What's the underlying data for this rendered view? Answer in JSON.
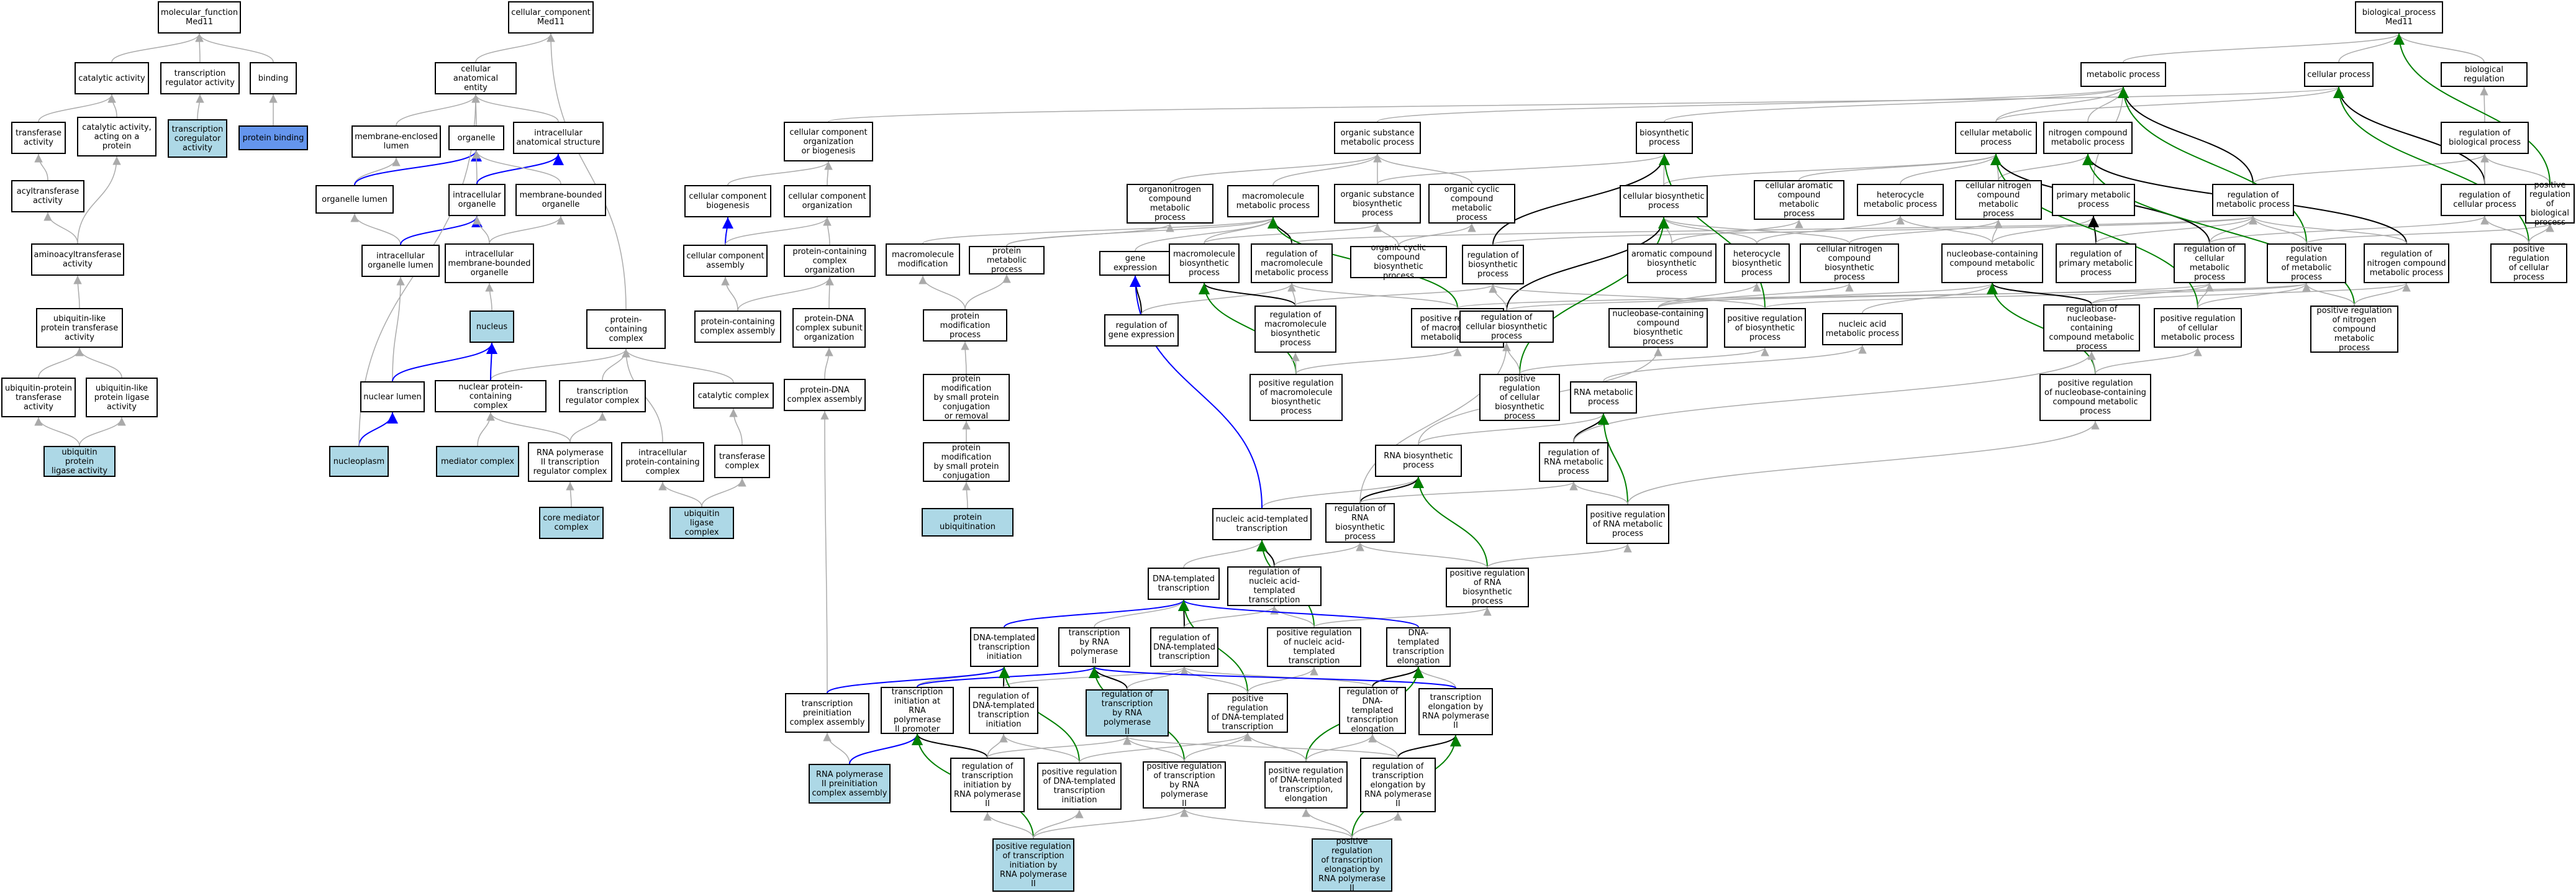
{
  "colors": {
    "is_a": "#aaaaaa",
    "part_of": "#0000ff",
    "regulates": "#000000",
    "positively_regulates": "#008000",
    "highlight": "#add8e6",
    "highlight_strong": "#6495ed"
  },
  "nodes": {
    "mf_root": "molecular_function\nMed11",
    "catalytic": "catalytic activity",
    "treg": "transcription\nregulator activity",
    "binding": "binding",
    "transferase": "transferase\nactivity",
    "cat_protein": "catalytic activity,\nacting on a\nprotein",
    "coreg": "transcription\ncoregulator\nactivity",
    "protein_binding": "protein binding",
    "acyltransferase": "acyltransferase\nactivity",
    "aminoacyl": "aminoacyltransferase\nactivity",
    "ubl_transferase": "ubiquitin-like\nprotein transferase\nactivity",
    "ub_transferase": "ubiquitin-protein\ntransferase\nactivity",
    "ubl_ligase": "ubiquitin-like\nprotein ligase\nactivity",
    "ub_ligase": "ubiquitin protein\nligase activity",
    "cc_root": "cellular_component\nMed11",
    "cae": "cellular anatomical\nentity",
    "mem_lumen": "membrane-enclosed\nlumen",
    "organelle": "organelle",
    "intracellular_structure": "intracellular\nanatomical structure",
    "org_lumen": "organelle lumen",
    "intra_org": "intracellular\norganelle",
    "mem_bound": "membrane-bounded\norganelle",
    "intra_org_lumen": "intracellular\norganelle lumen",
    "intra_mem_bound": "intracellular\nmembrane-bounded\norganelle",
    "nucleus": "nucleus",
    "nuclear_lumen": "nuclear lumen",
    "nucleoplasm": "nucleoplasm",
    "protein_complex": "protein-containing\ncomplex",
    "nuclear_complex": "nuclear protein-containing\ncomplex",
    "treg_complex": "transcription\nregulator complex",
    "catalytic_complex": "catalytic complex",
    "mediator": "mediator complex",
    "rnapii_reg_complex": "RNA polymerase\nII transcription\nregulator complex",
    "intra_complex": "intracellular\nprotein-containing\ncomplex",
    "transferase_complex": "transferase\ncomplex",
    "core_mediator": "core mediator\ncomplex",
    "ub_ligase_complex": "ubiquitin ligase\ncomplex",
    "bp_root": "biological_process\nMed11",
    "metabolic": "metabolic process",
    "cellular_process": "cellular process",
    "bio_reg": "biological regulation",
    "ccob": "cellular component\norganization\nor biogenesis",
    "org_sub_met": "organic substance\nmetabolic process",
    "biosynthetic": "biosynthetic\nprocess",
    "cell_met": "cellular metabolic\nprocess",
    "n_met": "nitrogen compound\nmetabolic process",
    "reg_bio": "regulation of\nbiological process",
    "ccb": "cellular component\nbiogenesis",
    "cco": "cellular component\norganization",
    "organo_n": "organonitrogen\ncompound metabolic\nprocess",
    "macro_met": "macromolecule\nmetabolic process",
    "org_sub_bio": "organic substance\nbiosynthetic\nprocess",
    "org_cyc_met": "organic cyclic\ncompound metabolic\nprocess",
    "cell_bio": "cellular biosynthetic\nprocess",
    "cell_arom": "cellular aromatic\ncompound metabolic\nprocess",
    "hetero_met": "heterocycle\nmetabolic process",
    "cell_n_met": "cellular nitrogen\ncompound metabolic\nprocess",
    "primary_met": "primary metabolic\nprocess",
    "reg_met": "regulation of\nmetabolic process",
    "reg_cell_proc": "regulation of\ncellular process",
    "pos_reg_bio": "positive regulation\nof biological\nprocess",
    "cc_assembly": "cellular component\nassembly",
    "pc_org": "protein-containing\ncomplex organization",
    "macro_mod": "macromolecule\nmodification",
    "prot_met": "protein metabolic\nprocess",
    "gene_expr": "gene expression",
    "macro_bio": "macromolecule\nbiosynthetic\nprocess",
    "reg_macro_met": "regulation of\nmacromolecule\nmetabolic process",
    "org_cyc_bio": "organic cyclic\ncompound biosynthetic\nprocess",
    "reg_bio_proc": "regulation of\nbiosynthetic\nprocess",
    "arom_bio": "aromatic compound\nbiosynthetic\nprocess",
    "hetero_bio": "heterocycle\nbiosynthetic\nprocess",
    "cell_n_bio": "cellular nitrogen\ncompound biosynthetic\nprocess",
    "nucleobase_met": "nucleobase-containing\ncompound metabolic\nprocess",
    "reg_primary": "regulation of\nprimary metabolic\nprocess",
    "reg_cell_met": "regulation of\ncellular metabolic\nprocess",
    "pos_reg_met": "positive regulation\nof metabolic\nprocess",
    "reg_n_met": "regulation of\nnitrogen compound\nmetabolic process",
    "pos_reg_cell": "positive regulation\nof cellular\nprocess",
    "pc_assembly": "protein-containing\ncomplex assembly",
    "pdna_org": "protein-DNA\ncomplex subunit\norganization",
    "prot_mod": "protein modification\nprocess",
    "reg_gene_expr": "regulation of\ngene expression",
    "reg_macro_bio": "regulation of\nmacromolecule\nbiosynthetic\nprocess",
    "pos_reg_macro_met": "positive regulation\nof macromolecule\nmetabolic process",
    "reg_cell_bio": "regulation of\ncellular biosynthetic\nprocess",
    "nucleobase_bio": "nucleobase-containing\ncompound biosynthetic\nprocess",
    "pos_reg_bio_proc": "positive regulation\nof biosynthetic\nprocess",
    "na_met": "nucleic acid\nmetabolic process",
    "reg_nucleobase_met": "regulation of\nnucleobase-containing\ncompound metabolic\nprocess",
    "pos_reg_cell_met": "positive regulation\nof cellular\nmetabolic process",
    "pos_reg_n_met": "positive regulation\nof nitrogen\ncompound metabolic\nprocess",
    "pdna_assembly": "protein-DNA\ncomplex assembly",
    "prot_mod_small": "protein modification\nby small protein\nconjugation\nor removal",
    "pos_reg_macro_bio": "positive regulation\nof macromolecule\nbiosynthetic\nprocess",
    "pos_reg_cell_bio": "positive regulation\nof cellular\nbiosynthetic\nprocess",
    "rna_met": "RNA metabolic\nprocess",
    "pos_reg_nucleobase_met": "positive regulation\nof nucleobase-containing\ncompound metabolic\nprocess",
    "prot_mod_conj": "protein modification\nby small protein\nconjugation",
    "rna_bio": "RNA biosynthetic\nprocess",
    "reg_rna_met": "regulation of\nRNA metabolic\nprocess",
    "prot_ubiq": "protein ubiquitination",
    "na_transcription": "nucleic acid-templated\ntranscription",
    "reg_rna_bio": "regulation of\nRNA biosynthetic\nprocess",
    "pos_reg_rna_met": "positive regulation\nof RNA metabolic\nprocess",
    "dna_transcription": "DNA-templated\ntranscription",
    "reg_na_transcription": "regulation of\nnucleic acid-templated\ntranscription",
    "pos_reg_rna_bio": "positive regulation\nof RNA biosynthetic\nprocess",
    "dt_initiation": "DNA-templated\ntranscription\ninitiation",
    "tx_rnapii": "transcription\nby RNA polymerase\nII",
    "reg_dt": "regulation of\nDNA-templated\ntranscription",
    "pos_reg_na_transcription": "positive regulation\nof nucleic acid-templated\ntranscription",
    "dt_elongation": "DNA-templated\ntranscription\nelongation",
    "preinit_assembly": "transcription\npreinitiation\ncomplex assembly",
    "init_rnapii": "transcription\ninitiation at\nRNA polymerase\nII promoter",
    "reg_dt_init": "regulation of\nDNA-templated\ntranscription\ninitiation",
    "reg_tx_rnapii": "regulation of\ntranscription\nby RNA polymerase\nII",
    "pos_reg_dt": "positive regulation\nof DNA-templated\ntranscription",
    "reg_dt_elong": "regulation of\nDNA-templated\ntranscription\nelongation",
    "elong_rnapii": "transcription\nelongation by\nRNA polymerase\nII",
    "rnapii_preinit": "RNA polymerase\nII preinitiation\ncomplex assembly",
    "reg_init_rnapii": "regulation of\ntranscription\ninitiation by\nRNA polymerase\nII",
    "pos_reg_dt_init": "positive regulation\nof DNA-templated\ntranscription\ninitiation",
    "pos_reg_tx_rnapii": "positive regulation\nof transcription\nby RNA polymerase\nII",
    "pos_reg_dt_elong": "positive regulation\nof DNA-templated\ntranscription,\nelongation",
    "reg_elong_rnapii": "regulation of\ntranscription\nelongation by\nRNA polymerase\nII",
    "pos_reg_init_rnapii": "positive regulation\nof transcription\ninitiation by\nRNA polymerase\nII",
    "pos_reg_elong_rnapii": "positive regulation\nof transcription\nelongation by\nRNA polymerase\nII"
  }
}
